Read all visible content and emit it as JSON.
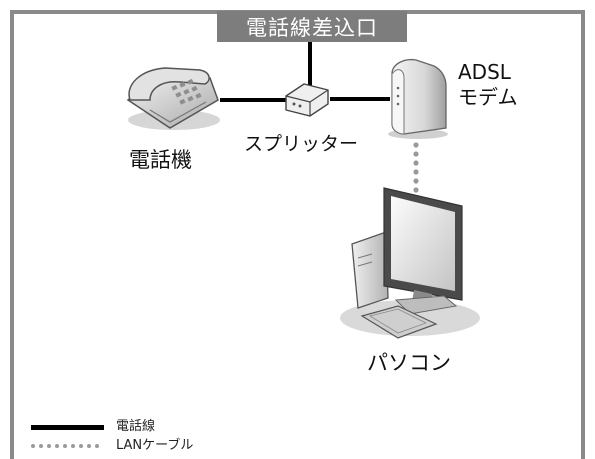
{
  "diagram": {
    "wall_jack_label": "電話線差込口",
    "phone_label": "電話機",
    "splitter_label": "スプリッター",
    "modem_label_line1": "ADSL",
    "modem_label_line2": "モデム",
    "pc_label": "パソコン"
  },
  "legend": {
    "phone_line_label": "電話線",
    "lan_cable_label": "LANケーブル"
  },
  "colors": {
    "frame": "#8a8a8a",
    "jack_label_bg": "#7d7d7d",
    "phone_line": "#000000",
    "lan_cable": "#9a9a9a"
  }
}
